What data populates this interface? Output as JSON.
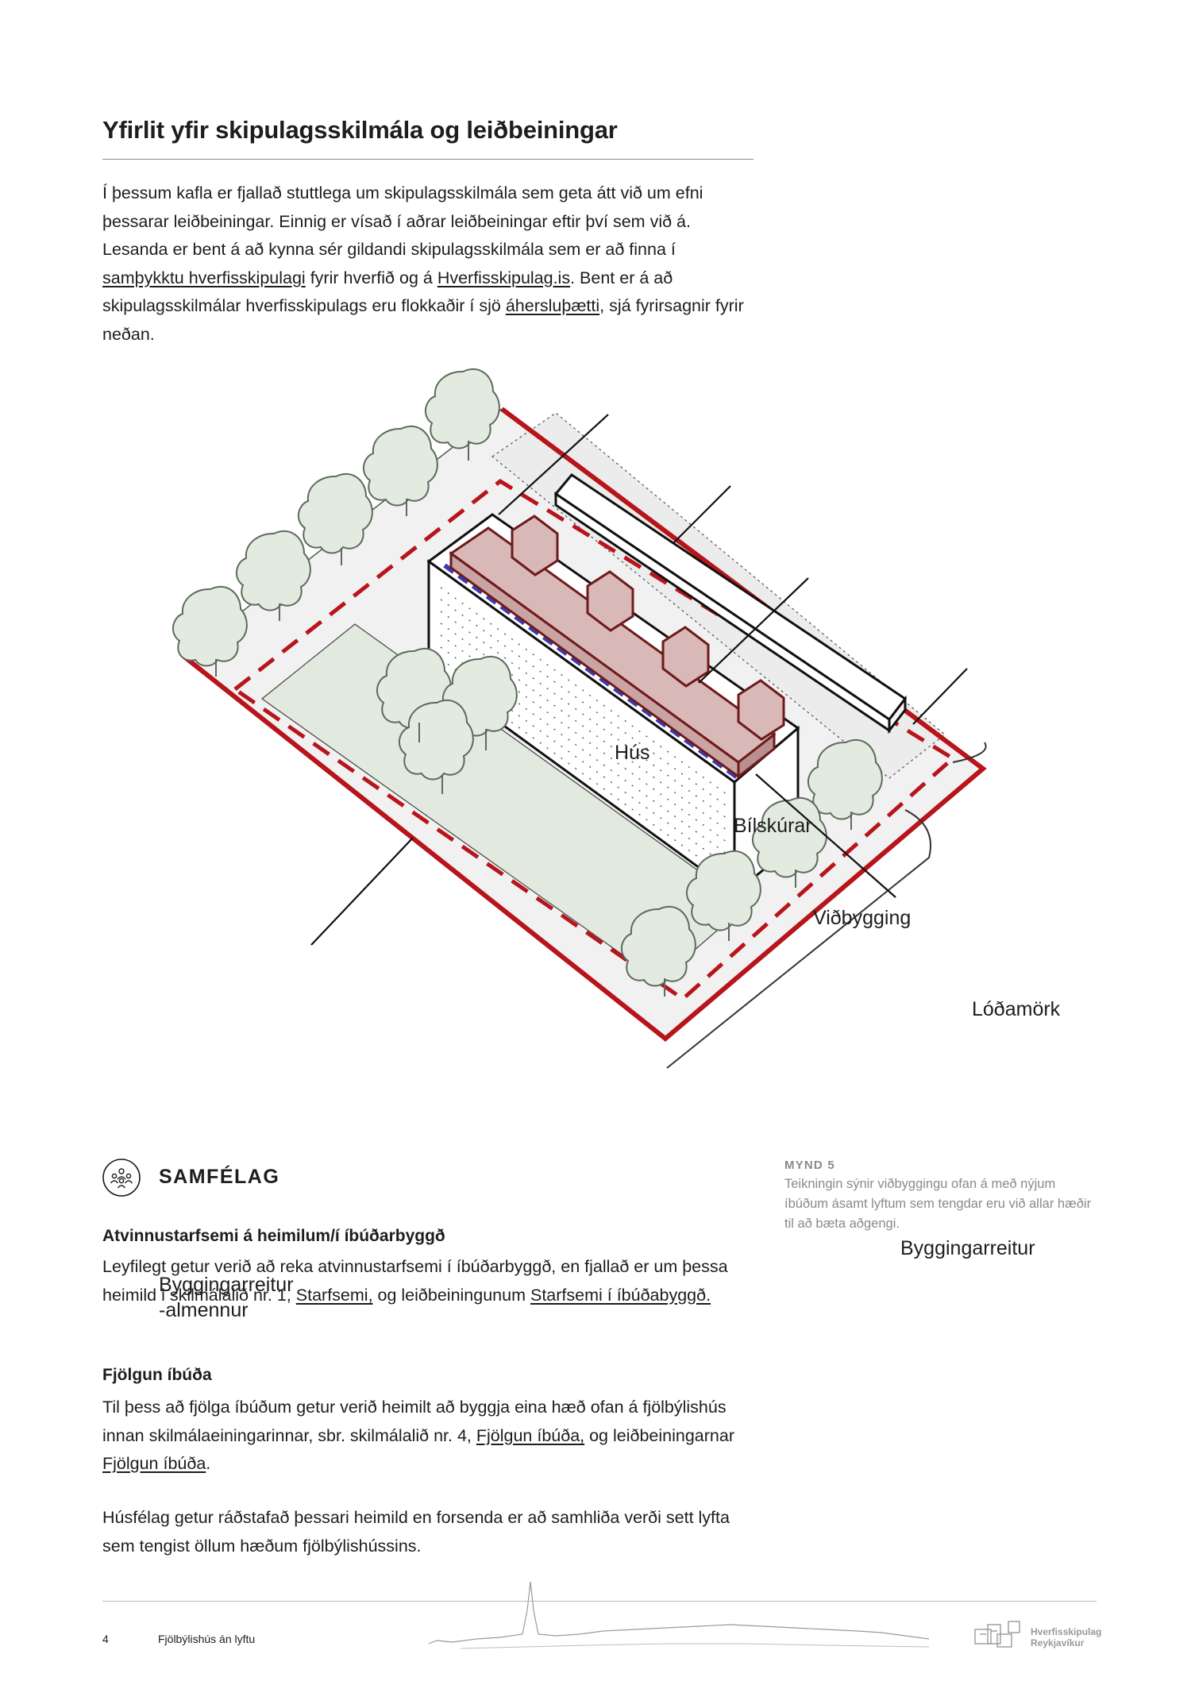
{
  "section": {
    "title": "Yfirlit yfir skipulagsskilmála og leiðbeiningar",
    "intro": {
      "t1": "Í þessum kafla er fjallað stuttlega um skipulagsskilmála sem geta átt við um efni þessarar leiðbeiningar. Einnig er vísað í aðrar leiðbeiningar eftir því sem við á. Lesanda er bent á að kynna sér gildandi skipulagsskilmála sem er að finna í ",
      "link1": "samþykktu hverfisskipulagi",
      "t2": " fyrir hverfið og á ",
      "link2": "Hverfisskipulag.is",
      "t3": ". Bent er á að skipulagsskilmálar hverfisskipulags eru flokkaðir í sjö ",
      "link3": "áhersluþætti",
      "t4": ", sjá fyrirsagnir fyrir neðan."
    }
  },
  "figure": {
    "labels": {
      "hus": "Hús",
      "bilskurar": "Bílskúrar",
      "vidbygging": "Viðbygging",
      "lodamork": "Lóðamörk",
      "byggingarreitur": "Byggingarreitur",
      "byggingarreitur_almennur": "Byggingarreitur\n-almennur"
    },
    "colors": {
      "lot_boundary": "#b8141b",
      "extension": "#d9b8b8",
      "ground": "#f1f1f1",
      "tree": "#e3ebe1",
      "blue_edge": "#3a3ab5"
    }
  },
  "caption": {
    "label": "MYND 5",
    "text": "Teikningin sýnir viðbyggingu ofan á með nýjum íbúðum ásamt lyftum sem tengdar eru við allar hæðir til að bæta aðgengi."
  },
  "theme": {
    "icon": "people-icon",
    "heading": "SAMFÉLAG"
  },
  "blocks": {
    "atvinnu": {
      "heading": "Atvinnustarfsemi á heimilum/í íbúðarbyggð",
      "t1": "Leyfilegt getur verið að reka atvinnustarfsemi í íbúðarbyggð, en fjallað er um þessa heimild i skilmálalið nr. 1, ",
      "link1": "Starfsemi,",
      "t2": " og leiðbeiningunum ",
      "link2": "Starfsemi í íbúðabyggð."
    },
    "fjolgun": {
      "heading": "Fjölgun íbúða",
      "t1": "Til þess að fjölga íbúðum getur verið heimilt að byggja eina hæð ofan á fjölbýlishús innan skilmálaeiningarinnar, sbr. skilmálalið nr. 4, ",
      "link1": "Fjölgun íbúða,",
      "t2": " og leiðbeiningarnar ",
      "link2": "Fjölgun íbúða",
      "t3": "."
    },
    "husfelag": {
      "text": "Húsfélag getur ráðstafað þessari heimild en forsenda er að samhliða verði sett lyfta sem tengist öllum hæðum fjölbýlishússins."
    }
  },
  "footer": {
    "page_number": "4",
    "doc_title": "Fjölbýlishús án lyftu",
    "logo_line1": "Hverfisskipulag",
    "logo_line2": "Reykjavíkur"
  }
}
